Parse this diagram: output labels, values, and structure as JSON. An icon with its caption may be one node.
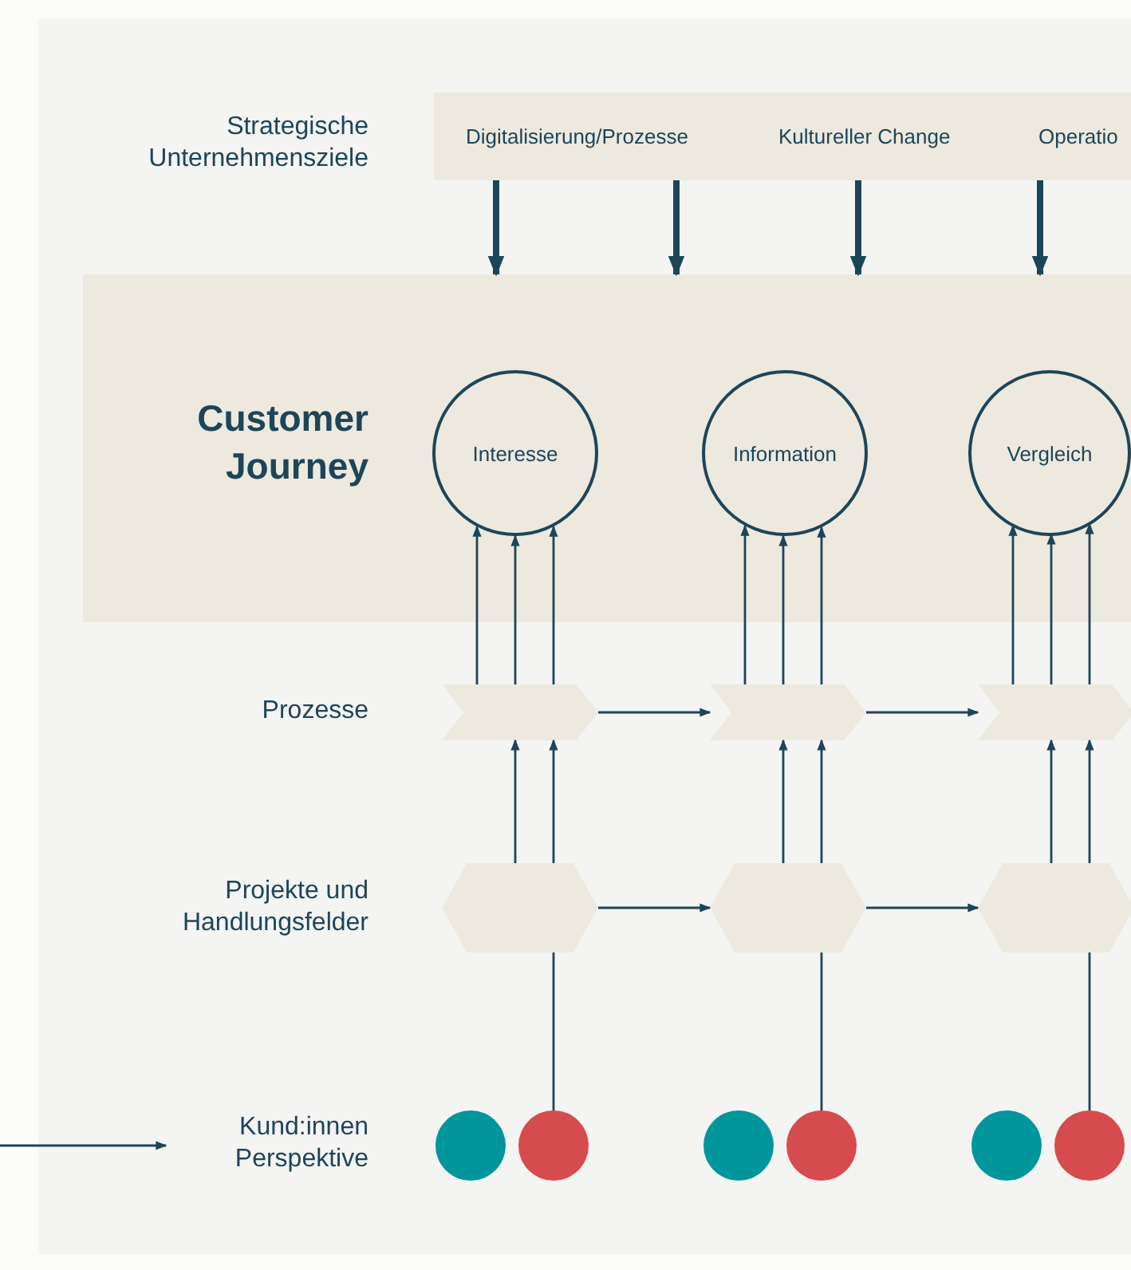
{
  "diagram": {
    "nodes": [
      {
        "text": [
          "Digitalisierung/Prozesse",
          "Kultureller Change",
          "Operatio"
        ]
      },
      {
        "text": [
          "Customer Journey"
        ]
      },
      {
        "text": [
          "Interesse"
        ],
        "in": 1
      },
      {
        "text": [
          "Information"
        ],
        "in": 1
      },
      {
        "text": [
          "Vergleich"
        ],
        "in": 1
      },
      {
        "text": [],
        "shape": "chevron"
      },
      {
        "text": [],
        "shape": "chevron"
      },
      {
        "text": [],
        "shape": "chevron"
      },
      {
        "text": [],
        "shape": "hexagon"
      },
      {
        "text": [],
        "shape": "hexagon"
      },
      {
        "text": [],
        "shape": "hexagon"
      },
      {
        "text": [
          "Kund:innen Perspektive"
        ]
      },
      {
        "text": [],
        "shape": "circle"
      },
      {
        "text": [],
        "shape": "circle"
      },
      {
        "text": [],
        "shape": "circle"
      },
      {
        "text": [],
        "shape": "circle"
      },
      {
        "text": [],
        "shape": "circle"
      },
      {
        "text": [],
        "shape": "circle"
      }
    ],
    "edges": [
      {
        "from": 0,
        "to": 1,
        "arrow": "to",
        "style": "thick"
      },
      {
        "from": 0,
        "to": 1,
        "arrow": "to",
        "style": "thick"
      },
      {
        "from": 0,
        "to": 1,
        "arrow": "to",
        "style": "thick"
      },
      {
        "from": 0,
        "to": 1,
        "arrow": "to",
        "style": "thick"
      },
      {
        "from": 5,
        "to": 2,
        "arrow": "to"
      },
      {
        "from": 5,
        "to": 2,
        "arrow": "to"
      },
      {
        "from": 5,
        "to": 2,
        "arrow": "to"
      },
      {
        "from": 6,
        "to": 3,
        "arrow": "to"
      },
      {
        "from": 6,
        "to": 3,
        "arrow": "to"
      },
      {
        "from": 6,
        "to": 3,
        "arrow": "to"
      },
      {
        "from": 7,
        "to": 4,
        "arrow": "to"
      },
      {
        "from": 7,
        "to": 4,
        "arrow": "to"
      },
      {
        "from": 7,
        "to": 4,
        "arrow": "to"
      },
      {
        "from": 8,
        "to": 5,
        "arrow": "to"
      },
      {
        "from": 8,
        "to": 5,
        "arrow": "to"
      },
      {
        "from": 9,
        "to": 6,
        "arrow": "to"
      },
      {
        "from": 9,
        "to": 6,
        "arrow": "to"
      },
      {
        "from": 10,
        "to": 7,
        "arrow": "to"
      },
      {
        "from": 10,
        "to": 7,
        "arrow": "to"
      },
      {
        "from": 5,
        "to": 6,
        "arrow": "to"
      },
      {
        "from": 6,
        "to": 7,
        "arrow": "to"
      },
      {
        "from": 8,
        "to": 9,
        "arrow": "to"
      },
      {
        "from": 9,
        "to": 10,
        "arrow": "to"
      },
      {
        "from": 13,
        "to": 8,
        "arrow": "none"
      },
      {
        "from": 15,
        "to": 9,
        "arrow": "none"
      },
      {
        "from": 17,
        "to": 10,
        "arrow": "none"
      },
      {
        "from": null,
        "to": 11,
        "arrow": "to"
      }
    ],
    "labels": [
      "Strategische Unternehmensziele",
      "Prozesse",
      "Projekte und Handlungsfelder"
    ]
  }
}
